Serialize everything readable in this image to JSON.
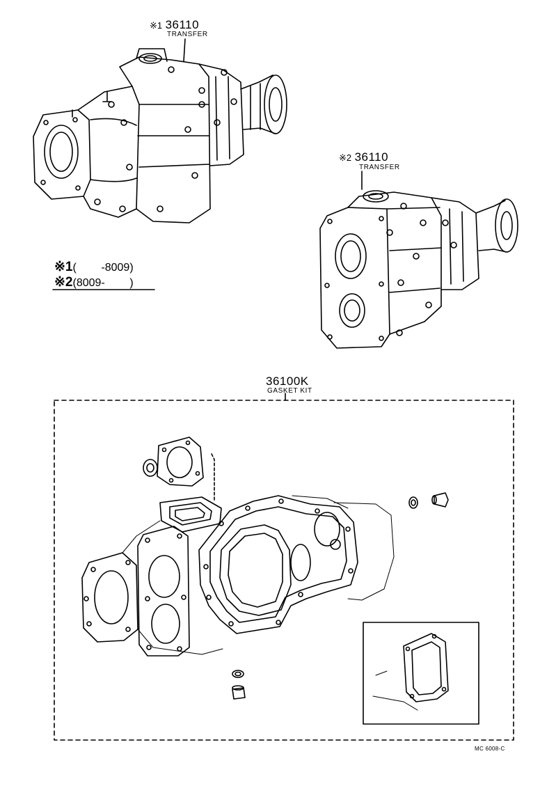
{
  "parts": {
    "transfer1": {
      "mark": "※1",
      "number": "36110",
      "name": "TRANSFER"
    },
    "transfer2": {
      "mark": "※2",
      "number": "36110",
      "name": "TRANSFER"
    },
    "gasket_kit": {
      "number": "36100K",
      "name": "GASKET KIT"
    }
  },
  "legend": {
    "row1": {
      "mark": "※1",
      "range": "(        -8009)"
    },
    "row2": {
      "mark": "※2",
      "range": "(8009-        )"
    }
  },
  "diagram_code": "MC 6008-C"
}
